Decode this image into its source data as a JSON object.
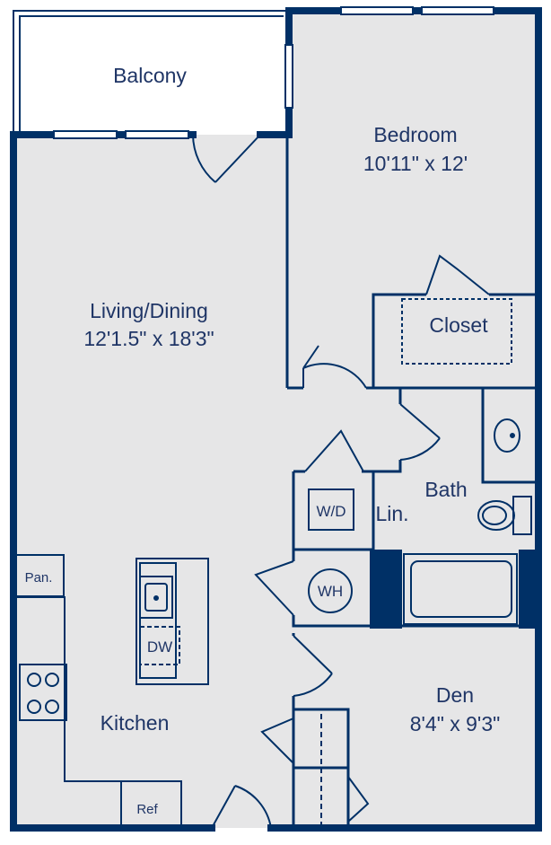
{
  "colors": {
    "wall": "#003066",
    "floor": "#e6e6e7",
    "text": "#1f3566",
    "window": "#ffffff"
  },
  "rooms": {
    "balcony": {
      "name": "Balcony"
    },
    "bedroom": {
      "name": "Bedroom",
      "dims": "10'11\" x 12'"
    },
    "closet": {
      "name": "Closet"
    },
    "living": {
      "name": "Living/Dining",
      "dims": "12'1.5\" x 18'3\""
    },
    "bath": {
      "name": "Bath"
    },
    "linen": {
      "name": "Lin."
    },
    "den": {
      "name": "Den",
      "dims": "8'4\" x 9'3\""
    },
    "kitchen": {
      "name": "Kitchen"
    }
  },
  "fixtures": {
    "washer_dryer": "W/D",
    "water_heater": "WH",
    "dishwasher": "DW",
    "pantry": "Pan.",
    "refrigerator": "Ref"
  },
  "icons": [
    "sink-icon",
    "toilet-icon",
    "bathtub-icon",
    "stove-icon",
    "door-swing-icon"
  ]
}
